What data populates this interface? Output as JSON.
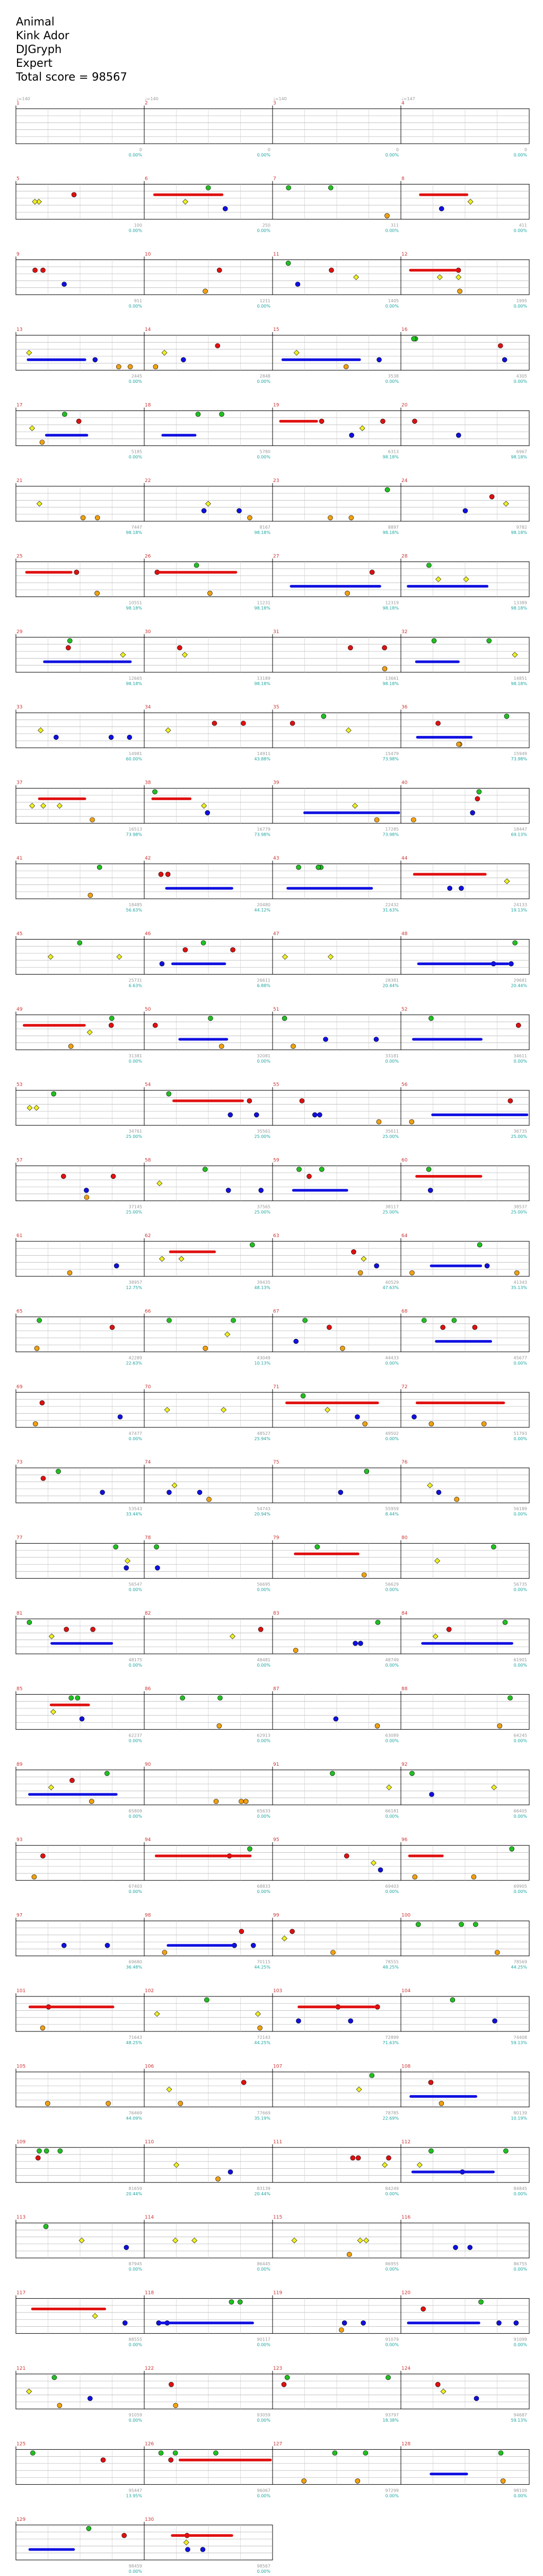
{
  "header": {
    "song": "Animal",
    "artist": "Kink Ador",
    "charter": "DJGryph",
    "difficulty": "Expert",
    "total_score_label": "Total score = 98567"
  },
  "colors": {
    "green": "#20c020",
    "red": "#e01010",
    "yellow": "#f0f020",
    "blue": "#1010e0",
    "orange": "#f0a010",
    "star_power": "#8080ff",
    "activation": "#80ff80",
    "overlap": "#5090a0",
    "percent_text": "#1aa5a0",
    "measure_number": "#cc3333"
  },
  "time_signature": "4/4",
  "measures": [
    {
      "num": 1,
      "tempo": "♩=140",
      "score": "0",
      "pct": "0.00%"
    },
    {
      "num": 2,
      "tempo": "♩=140",
      "score": "0",
      "pct": "0.00%"
    },
    {
      "num": 3,
      "tempo": "♩=140",
      "score": "0",
      "pct": "0.00%"
    },
    {
      "num": 4,
      "tempo": "♩=147",
      "score": "0",
      "pct": "0.00%"
    },
    {
      "num": 5,
      "tempo": "",
      "score": "100",
      "pct": "0.00%"
    },
    {
      "num": 6,
      "tempo": "",
      "score": "250",
      "pct": "0.00%"
    },
    {
      "num": 7,
      "tempo": "",
      "score": "311",
      "pct": "0.00%"
    },
    {
      "num": 8,
      "tempo": "",
      "score": "411",
      "pct": "0.00%"
    },
    {
      "num": 9,
      "tempo": "",
      "score": "911",
      "pct": "0.00%"
    },
    {
      "num": 10,
      "tempo": "",
      "score": "1211",
      "pct": "0.00%"
    },
    {
      "num": 11,
      "tempo": "",
      "score": "1405",
      "pct": "0.00%"
    },
    {
      "num": 12,
      "tempo": "",
      "score": "1995",
      "pct": "0.00%"
    },
    {
      "num": 13,
      "tempo": "",
      "score": "2445",
      "pct": "0.00%"
    },
    {
      "num": 14,
      "tempo": "",
      "score": "2848",
      "pct": "0.00%"
    },
    {
      "num": 15,
      "tempo": "",
      "score": "3538",
      "pct": "0.00%"
    },
    {
      "num": 16,
      "tempo": "",
      "score": "4305",
      "pct": "0.00%"
    },
    {
      "num": 17,
      "tempo": "",
      "score": "5185",
      "pct": "0.00%"
    },
    {
      "num": 18,
      "tempo": "",
      "score": "5780",
      "pct": "0.00%"
    },
    {
      "num": 19,
      "tempo": "",
      "score": "6313",
      "pct": "98.18%"
    },
    {
      "num": 20,
      "tempo": "",
      "score": "6967",
      "pct": "98.18%"
    },
    {
      "num": 21,
      "tempo": "",
      "score": "7447",
      "pct": "98.18%"
    },
    {
      "num": 22,
      "tempo": "",
      "score": "8167",
      "pct": "98.18%"
    },
    {
      "num": 23,
      "tempo": "",
      "score": "8897",
      "pct": "98.18%"
    },
    {
      "num": 24,
      "tempo": "",
      "score": "9782",
      "pct": "98.18%"
    },
    {
      "num": 25,
      "tempo": "",
      "score": "10551",
      "pct": "98.18%"
    },
    {
      "num": 26,
      "tempo": "",
      "score": "11231",
      "pct": "98.18%"
    },
    {
      "num": 27,
      "tempo": "",
      "score": "12319",
      "pct": "98.18%"
    },
    {
      "num": 28,
      "tempo": "",
      "score": "13389",
      "pct": "98.18%"
    },
    {
      "num": 29,
      "tempo": "",
      "score": "12665",
      "pct": "98.18%"
    },
    {
      "num": 30,
      "tempo": "",
      "score": "13189",
      "pct": "98.18%"
    },
    {
      "num": 31,
      "tempo": "",
      "score": "13661",
      "pct": "98.18%"
    },
    {
      "num": 32,
      "tempo": "",
      "score": "14851",
      "pct": "98.18%"
    },
    {
      "num": 33,
      "tempo": "",
      "score": "14981",
      "pct": "60.00%"
    },
    {
      "num": 34,
      "tempo": "",
      "score": "14911",
      "pct": "43.88%"
    },
    {
      "num": 35,
      "tempo": "",
      "score": "15479",
      "pct": "73.98%"
    },
    {
      "num": 36,
      "tempo": "",
      "score": "15949",
      "pct": "73.98%"
    },
    {
      "num": 37,
      "tempo": "",
      "score": "16513",
      "pct": "73.98%"
    },
    {
      "num": 38,
      "tempo": "",
      "score": "16779",
      "pct": "73.98%"
    },
    {
      "num": 39,
      "tempo": "",
      "score": "17285",
      "pct": "73.98%"
    },
    {
      "num": 40,
      "tempo": "",
      "score": "18447",
      "pct": "69.13%"
    },
    {
      "num": 41,
      "tempo": "",
      "score": "18485",
      "pct": "56.63%"
    },
    {
      "num": 42,
      "tempo": "",
      "score": "20480",
      "pct": "44.12%"
    },
    {
      "num": 43,
      "tempo": "",
      "score": "22432",
      "pct": "31.63%"
    },
    {
      "num": 44,
      "tempo": "",
      "score": "24133",
      "pct": "19.13%"
    },
    {
      "num": 45,
      "tempo": "",
      "score": "25731",
      "pct": "6.63%"
    },
    {
      "num": 46,
      "tempo": "",
      "score": "26611",
      "pct": "6.88%"
    },
    {
      "num": 47,
      "tempo": "",
      "score": "28381",
      "pct": "20.44%"
    },
    {
      "num": 48,
      "tempo": "",
      "score": "29681",
      "pct": "20.44%"
    },
    {
      "num": 49,
      "tempo": "",
      "score": "31381",
      "pct": "0.00%"
    },
    {
      "num": 50,
      "tempo": "",
      "score": "32081",
      "pct": "0.00%"
    },
    {
      "num": 51,
      "tempo": "",
      "score": "33181",
      "pct": "0.00%"
    },
    {
      "num": 52,
      "tempo": "",
      "score": "34611",
      "pct": "0.00%"
    },
    {
      "num": 53,
      "tempo": "",
      "score": "34761",
      "pct": "25.00%"
    },
    {
      "num": 54,
      "tempo": "",
      "score": "35561",
      "pct": "25.00%"
    },
    {
      "num": 55,
      "tempo": "",
      "score": "35611",
      "pct": "25.00%"
    },
    {
      "num": 56,
      "tempo": "",
      "score": "36735",
      "pct": "25.00%"
    },
    {
      "num": 57,
      "tempo": "",
      "score": "37145",
      "pct": "25.00%"
    },
    {
      "num": 58,
      "tempo": "",
      "score": "37565",
      "pct": "25.00%"
    },
    {
      "num": 59,
      "tempo": "",
      "score": "38117",
      "pct": "25.00%"
    },
    {
      "num": 60,
      "tempo": "",
      "score": "38537",
      "pct": "25.00%"
    },
    {
      "num": 61,
      "tempo": "",
      "score": "38957",
      "pct": "12.75%"
    },
    {
      "num": 62,
      "tempo": "",
      "score": "39435",
      "pct": "48.13%"
    },
    {
      "num": 63,
      "tempo": "",
      "score": "40529",
      "pct": "47.63%"
    },
    {
      "num": 64,
      "tempo": "",
      "score": "41343",
      "pct": "35.13%"
    },
    {
      "num": 65,
      "tempo": "",
      "score": "42289",
      "pct": "22.63%"
    },
    {
      "num": 66,
      "tempo": "",
      "score": "43049",
      "pct": "10.13%"
    },
    {
      "num": 67,
      "tempo": "",
      "score": "44433",
      "pct": "0.00%"
    },
    {
      "num": 68,
      "tempo": "",
      "score": "45677",
      "pct": "0.00%"
    },
    {
      "num": 69,
      "tempo": "",
      "score": "47477",
      "pct": "0.00%"
    },
    {
      "num": 70,
      "tempo": "",
      "score": "48527",
      "pct": "25.94%"
    },
    {
      "num": 71,
      "tempo": "",
      "score": "49502",
      "pct": "0.00%"
    },
    {
      "num": 72,
      "tempo": "",
      "score": "51793",
      "pct": "0.00%"
    },
    {
      "num": 73,
      "tempo": "",
      "score": "53543",
      "pct": "33.44%"
    },
    {
      "num": 74,
      "tempo": "",
      "score": "54743",
      "pct": "20.94%"
    },
    {
      "num": 75,
      "tempo": "",
      "score": "55959",
      "pct": "8.44%"
    },
    {
      "num": 76,
      "tempo": "",
      "score": "56189",
      "pct": "0.00%"
    },
    {
      "num": 77,
      "tempo": "",
      "score": "56547",
      "pct": "0.00%"
    },
    {
      "num": 78,
      "tempo": "",
      "score": "56695",
      "pct": "0.00%"
    },
    {
      "num": 79,
      "tempo": "",
      "score": "56629",
      "pct": "0.00%"
    },
    {
      "num": 80,
      "tempo": "",
      "score": "56735",
      "pct": "0.00%"
    },
    {
      "num": 81,
      "tempo": "",
      "score": "48175",
      "pct": "0.00%"
    },
    {
      "num": 82,
      "tempo": "",
      "score": "48481",
      "pct": "0.00%"
    },
    {
      "num": 83,
      "tempo": "",
      "score": "48749",
      "pct": "0.00%"
    },
    {
      "num": 84,
      "tempo": "",
      "score": "61901",
      "pct": "0.00%"
    },
    {
      "num": 85,
      "tempo": "",
      "score": "62237",
      "pct": "0.00%"
    },
    {
      "num": 86,
      "tempo": "",
      "score": "62913",
      "pct": "0.00%"
    },
    {
      "num": 87,
      "tempo": "",
      "score": "63089",
      "pct": "0.00%"
    },
    {
      "num": 88,
      "tempo": "",
      "score": "64245",
      "pct": "0.00%"
    },
    {
      "num": 89,
      "tempo": "",
      "score": "65809",
      "pct": "0.00%"
    },
    {
      "num": 90,
      "tempo": "",
      "score": "65633",
      "pct": "0.00%"
    },
    {
      "num": 91,
      "tempo": "",
      "score": "66181",
      "pct": "0.00%"
    },
    {
      "num": 92,
      "tempo": "",
      "score": "66405",
      "pct": "0.00%"
    },
    {
      "num": 93,
      "tempo": "",
      "score": "67403",
      "pct": "0.00%"
    },
    {
      "num": 94,
      "tempo": "",
      "score": "68833",
      "pct": "0.00%"
    },
    {
      "num": 95,
      "tempo": "",
      "score": "69403",
      "pct": "0.00%"
    },
    {
      "num": 96,
      "tempo": "",
      "score": "69905",
      "pct": "0.00%"
    },
    {
      "num": 97,
      "tempo": "",
      "score": "69680",
      "pct": "36.48%"
    },
    {
      "num": 98,
      "tempo": "",
      "score": "70115",
      "pct": "44.25%"
    },
    {
      "num": 99,
      "tempo": "",
      "score": "78555",
      "pct": "48.25%"
    },
    {
      "num": 100,
      "tempo": "",
      "score": "78569",
      "pct": "44.25%"
    },
    {
      "num": 101,
      "tempo": "",
      "score": "71643",
      "pct": "48.25%"
    },
    {
      "num": 102,
      "tempo": "",
      "score": "72143",
      "pct": "44.25%"
    },
    {
      "num": 103,
      "tempo": "",
      "score": "72899",
      "pct": "71.63%"
    },
    {
      "num": 104,
      "tempo": "",
      "score": "74408",
      "pct": "59.13%"
    },
    {
      "num": 105,
      "tempo": "",
      "score": "76469",
      "pct": "44.09%"
    },
    {
      "num": 106,
      "tempo": "",
      "score": "77669",
      "pct": "35.19%"
    },
    {
      "num": 107,
      "tempo": "",
      "score": "78785",
      "pct": "22.69%"
    },
    {
      "num": 108,
      "tempo": "",
      "score": "80139",
      "pct": "10.19%"
    },
    {
      "num": 109,
      "tempo": "",
      "score": "81659",
      "pct": "20.44%"
    },
    {
      "num": 110,
      "tempo": "",
      "score": "83139",
      "pct": "20.44%"
    },
    {
      "num": 111,
      "tempo": "",
      "score": "84249",
      "pct": "0.00%"
    },
    {
      "num": 112,
      "tempo": "",
      "score": "84845",
      "pct": "0.00%"
    },
    {
      "num": 113,
      "tempo": "",
      "score": "87945",
      "pct": "0.00%"
    },
    {
      "num": 114,
      "tempo": "",
      "score": "86445",
      "pct": "0.00%"
    },
    {
      "num": 115,
      "tempo": "",
      "score": "86955",
      "pct": "0.00%"
    },
    {
      "num": 116,
      "tempo": "",
      "score": "86755",
      "pct": "0.00%"
    },
    {
      "num": 117,
      "tempo": "",
      "score": "88555",
      "pct": "0.00%"
    },
    {
      "num": 118,
      "tempo": "",
      "score": "90117",
      "pct": "0.00%"
    },
    {
      "num": 119,
      "tempo": "",
      "score": "91079",
      "pct": "0.00%"
    },
    {
      "num": 120,
      "tempo": "",
      "score": "91099",
      "pct": "0.00%"
    },
    {
      "num": 121,
      "tempo": "",
      "score": "91059",
      "pct": "0.00%"
    },
    {
      "num": 122,
      "tempo": "",
      "score": "93059",
      "pct": "0.00%"
    },
    {
      "num": 123,
      "tempo": "",
      "score": "93797",
      "pct": "18.38%"
    },
    {
      "num": 124,
      "tempo": "",
      "score": "94687",
      "pct": "59.13%"
    },
    {
      "num": 125,
      "tempo": "",
      "score": "95447",
      "pct": "13.95%"
    },
    {
      "num": 126,
      "tempo": "",
      "score": "96067",
      "pct": "0.00%"
    },
    {
      "num": 127,
      "tempo": "",
      "score": "97299",
      "pct": "0.00%"
    },
    {
      "num": 128,
      "tempo": "",
      "score": "98109",
      "pct": "0.00%"
    },
    {
      "num": 129,
      "tempo": "",
      "score": "98459",
      "pct": "0.00%"
    },
    {
      "num": 130,
      "tempo": "",
      "score": "98567",
      "pct": "0.00%"
    }
  ]
}
